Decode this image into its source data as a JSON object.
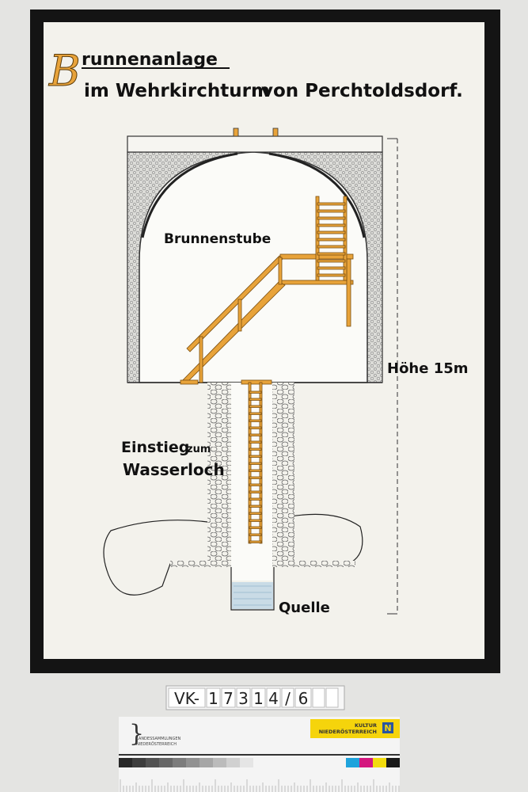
{
  "poster": {
    "title_initial": "B",
    "title_line1_rest": "runnenanlage",
    "title_line2_a": "im Wehrkirchturm",
    "title_line2_b": "von Perchtoldsdorf.",
    "label_room": "Brunnenstube",
    "label_height": "Höhe 15m",
    "label_entry_1": "Einstieg",
    "label_entry_zum": "zum",
    "label_entry_2": "Wasserloch",
    "label_spring": "Quelle"
  },
  "inventory_tag": [
    "VK-",
    "1",
    "7",
    "3",
    "1",
    "4",
    "/",
    "6",
    "",
    ""
  ],
  "color_card": {
    "institution_line1": "LANDESSAMMLUNGEN",
    "institution_line2": "NIEDERÖSTERREICH",
    "brand_line1": "KULTUR",
    "brand_line2": "NIEDERÖSTERREICH",
    "brand_logo": "N"
  },
  "colors": {
    "accent_orange": "#e8a33a",
    "water": "#c9dbe6",
    "brand_yellow": "#f5d40c",
    "frame": "#141414",
    "paper": "#f3f2ec"
  }
}
